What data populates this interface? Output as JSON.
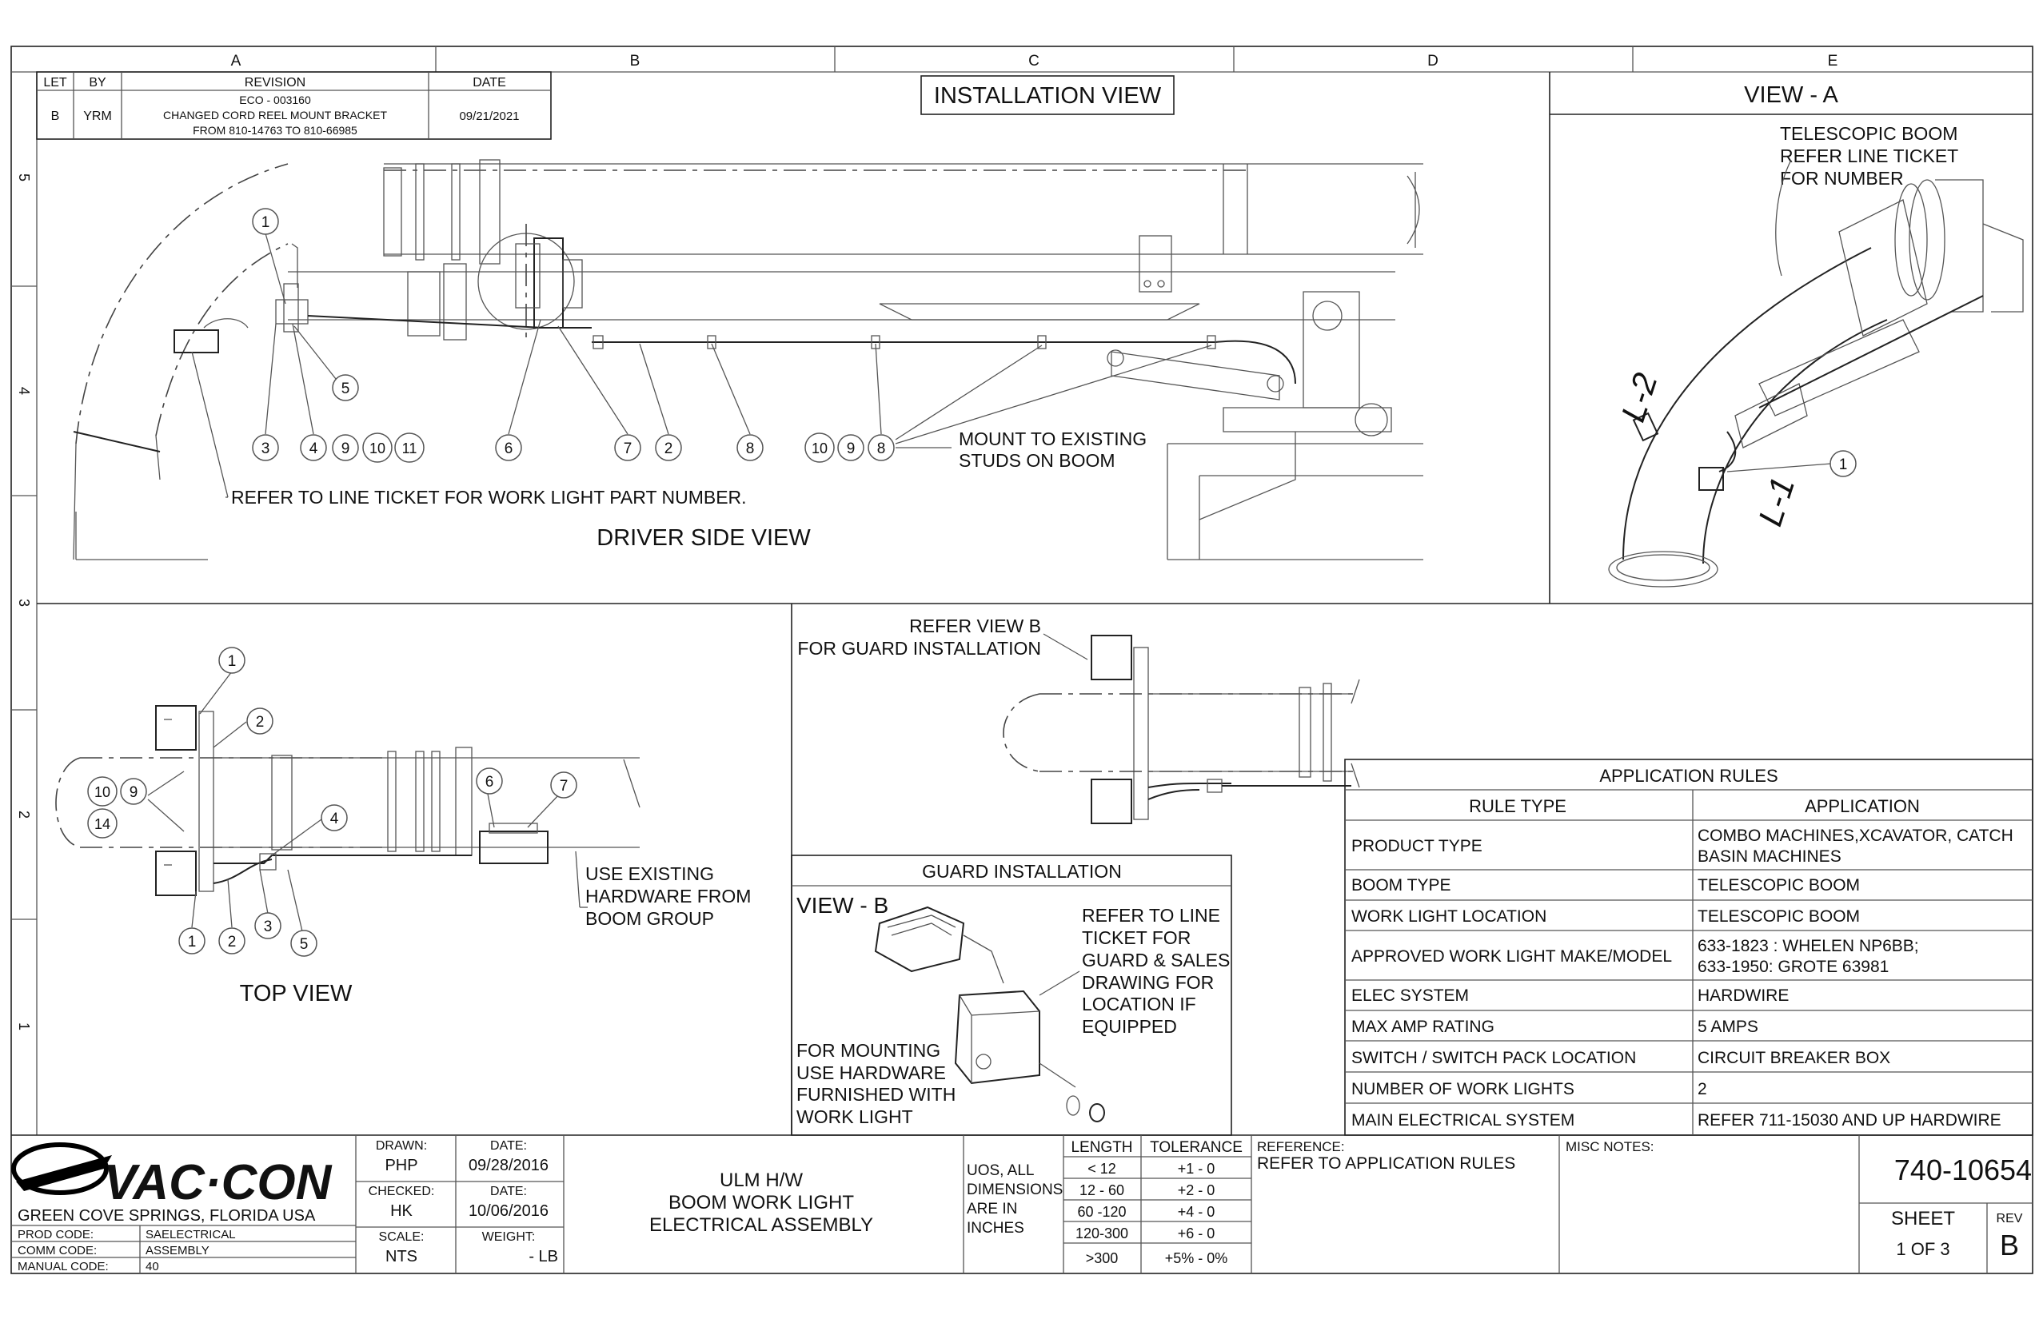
{
  "zones": [
    "A",
    "B",
    "C",
    "D",
    "E"
  ],
  "rows": [
    "5",
    "4",
    "3",
    "2",
    "1"
  ],
  "revision": {
    "headers": [
      "LET",
      "BY",
      "REVISION",
      "DATE"
    ],
    "let": "B",
    "by": "YRM",
    "text": [
      "ECO - 003160",
      "CHANGED CORD REEL MOUNT BRACKET",
      "FROM 810-14763 TO 810-66985"
    ],
    "date": "09/21/2021"
  },
  "installation_view": {
    "title": "INSTALLATION VIEW",
    "subtitle": "DRIVER SIDE VIEW",
    "note_work_light": "REFER TO LINE TICKET FOR WORK LIGHT PART NUMBER.",
    "mount_note": [
      "MOUNT TO EXISTING",
      "STUDS ON BOOM"
    ],
    "callouts_top": [
      "1",
      "5"
    ],
    "callouts_bottom": [
      "3",
      "4",
      "9",
      "10",
      "11",
      "6",
      "7",
      "2",
      "8",
      "10",
      "9",
      "8"
    ]
  },
  "view_a": {
    "title": "VIEW - A",
    "note": [
      "TELESCOPIC BOOM",
      "REFER LINE TICKET",
      "FOR NUMBER"
    ],
    "label_l1": "L-1",
    "label_l2": "L-2",
    "callout": "1"
  },
  "top_view": {
    "title": "TOP VIEW",
    "callouts": [
      "1",
      "2",
      "10",
      "9",
      "14",
      "4",
      "6",
      "7",
      "1",
      "2",
      "3",
      "5"
    ],
    "note": [
      "USE EXISTING",
      "HARDWARE FROM",
      "BOOM GROUP"
    ]
  },
  "refer_b": [
    "REFER VIEW B",
    "FOR GUARD INSTALLATION"
  ],
  "guard": {
    "header": "GUARD INSTALLATION",
    "view_title": "VIEW - B",
    "note": [
      "REFER TO LINE",
      "TICKET FOR",
      "GUARD & SALES",
      "DRAWING FOR",
      "LOCATION IF",
      "EQUIPPED"
    ],
    "mount_note": [
      "FOR MOUNTING",
      "USE HARDWARE",
      "FURNISHED WITH",
      "WORK LIGHT"
    ]
  },
  "rules": {
    "title": "APPLICATION RULES",
    "col1": "RULE TYPE",
    "col2": "APPLICATION",
    "rows": [
      {
        "type": "PRODUCT TYPE",
        "app": [
          "COMBO MACHINES,XCAVATOR, CATCH",
          "BASIN MACHINES"
        ]
      },
      {
        "type": "BOOM TYPE",
        "app": [
          "TELESCOPIC BOOM"
        ]
      },
      {
        "type": "WORK LIGHT LOCATION",
        "app": [
          "TELESCOPIC BOOM"
        ]
      },
      {
        "type": "APPROVED WORK LIGHT MAKE/MODEL",
        "app": [
          "633-1823 : WHELEN NP6BB;",
          "633-1950: GROTE 63981"
        ]
      },
      {
        "type": "ELEC SYSTEM",
        "app": [
          "HARDWIRE"
        ]
      },
      {
        "type": "MAX AMP RATING",
        "app": [
          "5 AMPS"
        ]
      },
      {
        "type": "SWITCH / SWITCH PACK LOCATION",
        "app": [
          "CIRCUIT BREAKER BOX"
        ]
      },
      {
        "type": "NUMBER OF WORK LIGHTS",
        "app": [
          "2"
        ]
      },
      {
        "type": "MAIN ELECTRICAL SYSTEM",
        "app": [
          "REFER 711-15030 AND UP HARDWIRE"
        ]
      }
    ]
  },
  "title_block": {
    "logo": "VAC·CON",
    "location": "GREEN COVE SPRINGS, FLORIDA USA",
    "prod_code_label": "PROD CODE:",
    "prod_code": "SAELECTRICAL",
    "comm_code_label": "COMM CODE:",
    "comm_code": "ASSEMBLY",
    "manual_code_label": "MANUAL CODE:",
    "manual_code": "40",
    "drawn_label": "DRAWN:",
    "drawn": "PHP",
    "drawn_date_label": "DATE:",
    "drawn_date": "09/28/2016",
    "checked_label": "CHECKED:",
    "checked": "HK",
    "checked_date_label": "DATE:",
    "checked_date": "10/06/2016",
    "scale_label": "SCALE:",
    "scale": "NTS",
    "weight_label": "WEIGHT:",
    "weight": "- LB",
    "title": [
      "ULM H/W",
      "BOOM WORK LIGHT",
      "ELECTRICAL ASSEMBLY"
    ],
    "uos": [
      "UOS, ALL",
      "DIMENSIONS",
      "ARE IN",
      "INCHES"
    ],
    "tol_headers": [
      "LENGTH",
      "TOLERANCE"
    ],
    "tol_rows": [
      [
        "< 12",
        "+1 - 0"
      ],
      [
        "12 - 60",
        "+2 - 0"
      ],
      [
        "60 -120",
        "+4 - 0"
      ],
      [
        "120-300",
        "+6 - 0"
      ],
      [
        ">300",
        "+5% - 0%"
      ]
    ],
    "reference_label": "REFERENCE:",
    "reference": "REFER TO APPLICATION RULES",
    "misc_label": "MISC NOTES:",
    "dwg_no": "740-10654",
    "sheet_label": "SHEET",
    "sheet": "1 OF 3",
    "rev_label": "REV",
    "rev": "B"
  },
  "colors": {
    "ink": "#111111",
    "line": "#222222",
    "light": "#666666",
    "paper": "#ffffff"
  }
}
